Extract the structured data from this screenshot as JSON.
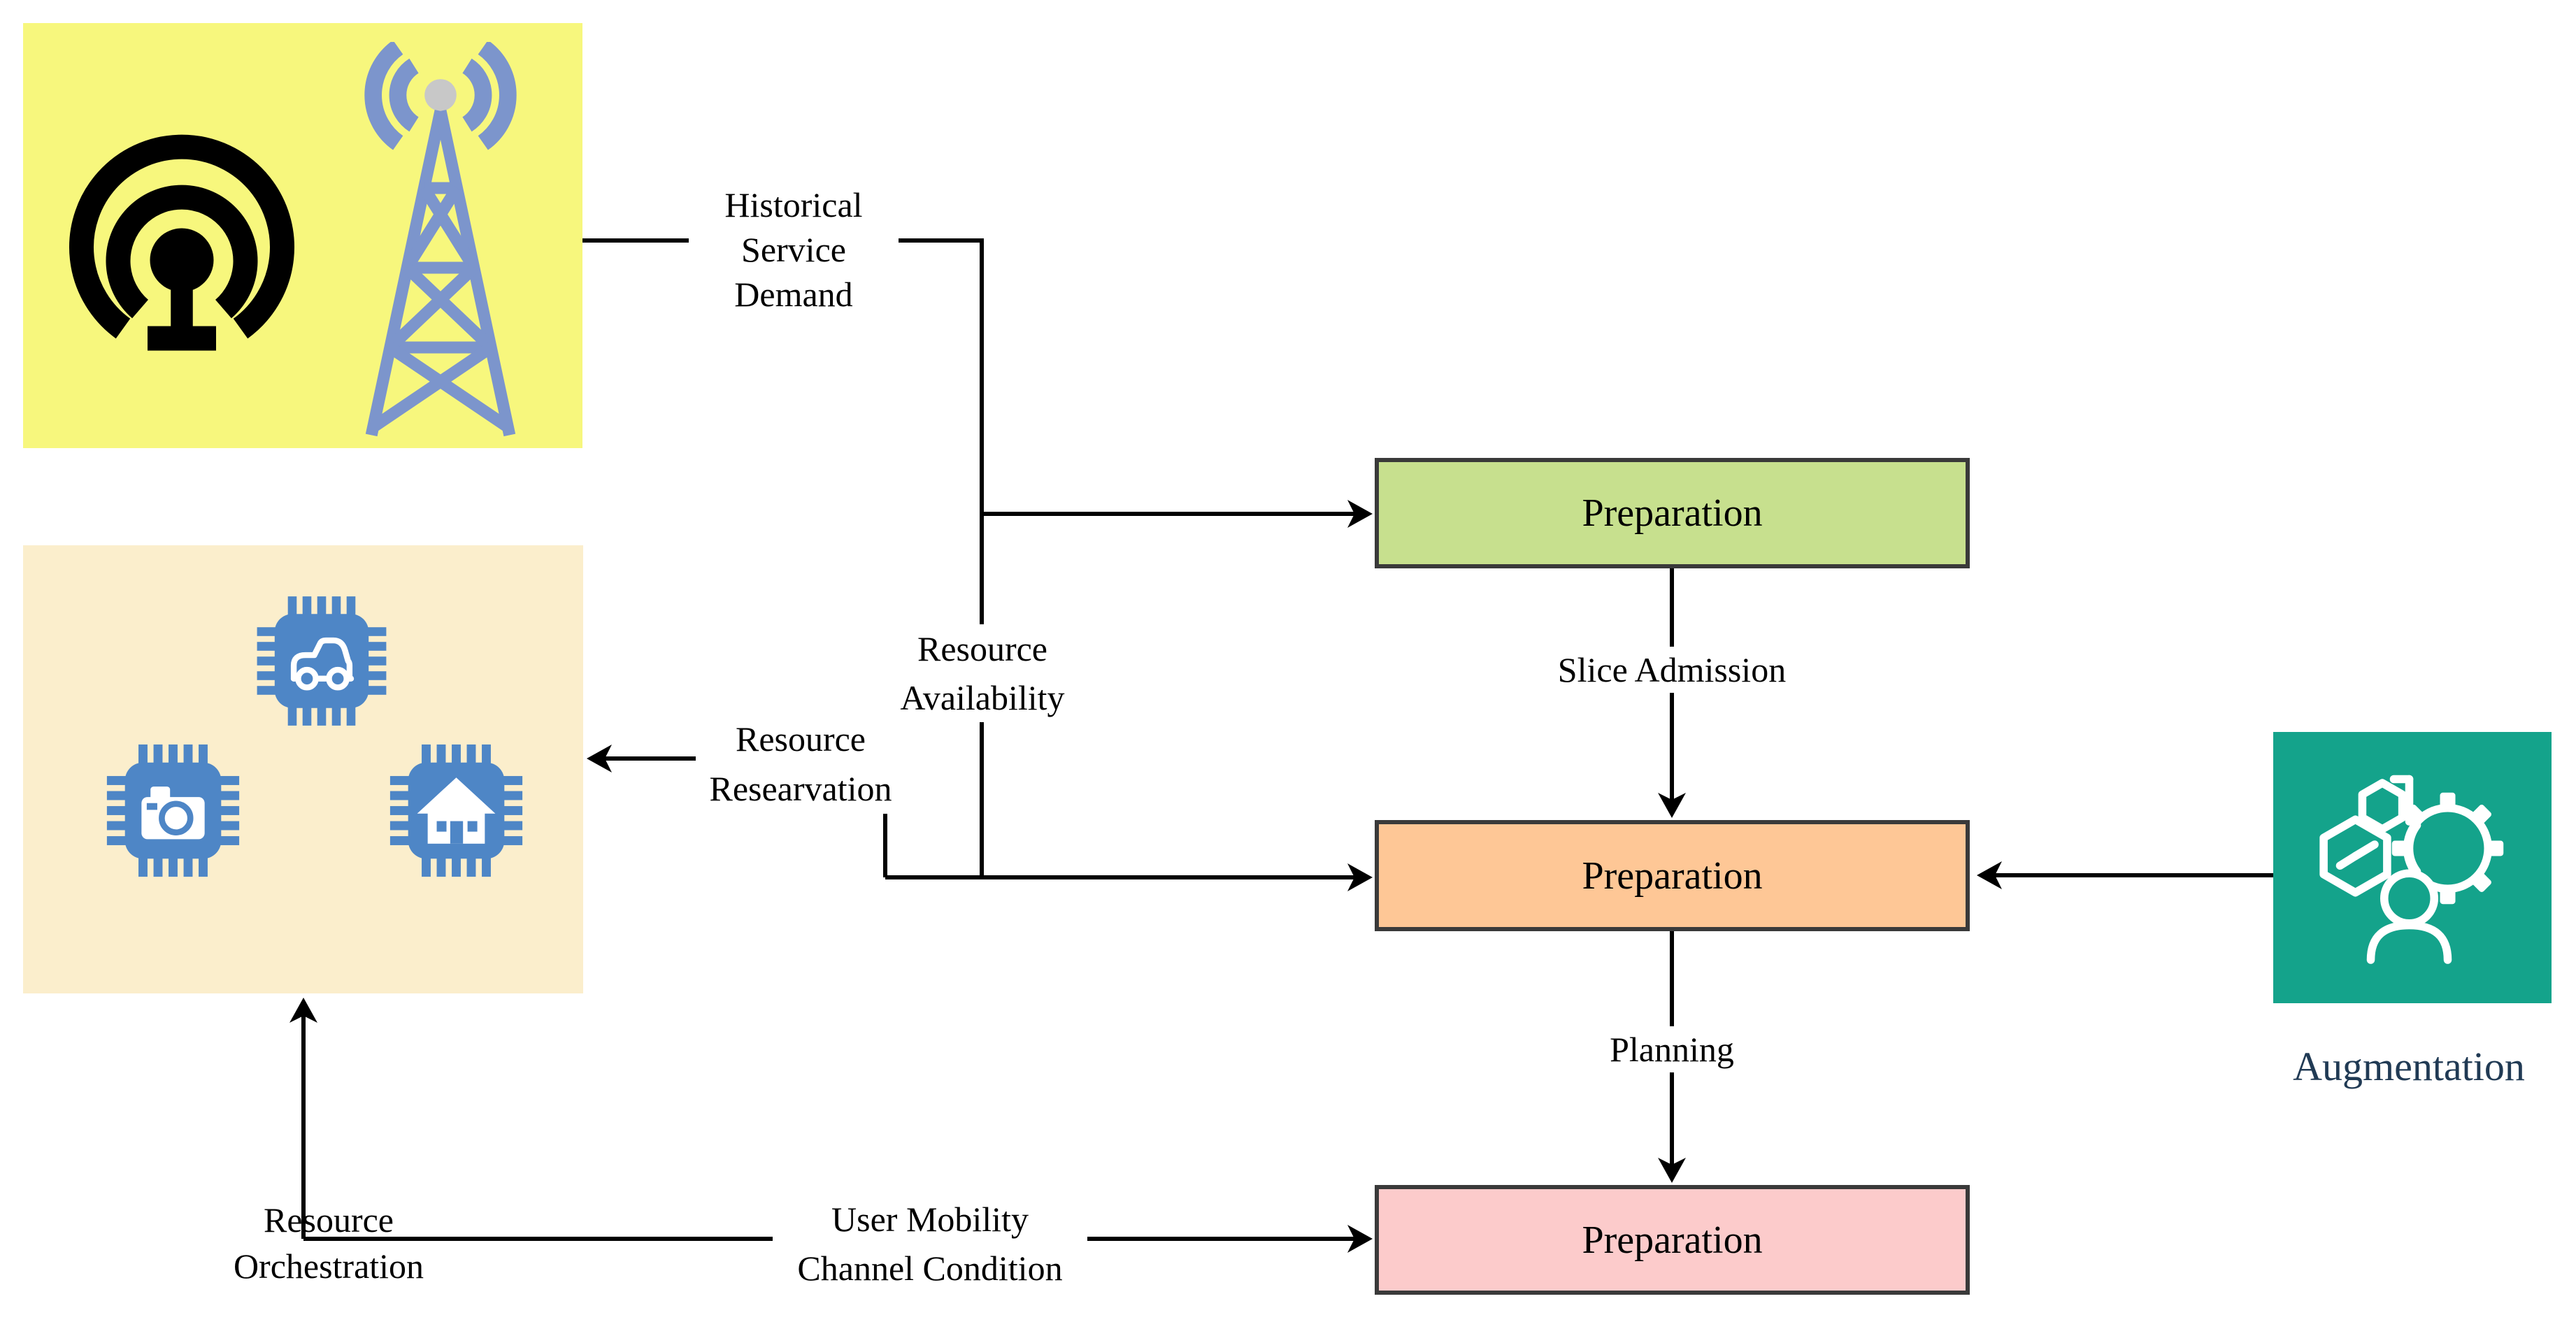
{
  "colors": {
    "yellow_panel": "#F7F77D",
    "device_panel": "#FBEECC",
    "green_box": "#C7E08E",
    "orange_box": "#FEC796",
    "pink_box": "#FCCBCB",
    "teal_tile": "#14A38B",
    "box_border": "#3A3A3A",
    "chip_blue": "#4E86C6",
    "tower_blue": "#7C95CC",
    "tower_dot": "#C8C8C8",
    "line": "#000000",
    "augmentation_text": "#203A54"
  },
  "panels": {
    "radio_access": {
      "icons": [
        "podcast-broadcast-icon",
        "radio-tower-icon"
      ]
    },
    "devices": {
      "icons": [
        "car-chip-icon",
        "camera-chip-icon",
        "smart-home-chip-icon"
      ]
    }
  },
  "boxes": {
    "preparation_top": {
      "label": "Preparation"
    },
    "preparation_middle": {
      "label": "Preparation"
    },
    "preparation_bottom": {
      "label": "Preparation"
    }
  },
  "labels": {
    "historical_service_demand": {
      "lines": [
        "Historical",
        "Service",
        "Demand"
      ]
    },
    "resource_availability": {
      "lines": [
        "Resource",
        "Availability"
      ]
    },
    "resource_reservation": {
      "lines": [
        "Resource",
        "Researvation"
      ]
    },
    "slice_admission": {
      "text": "Slice Admission"
    },
    "planning": {
      "text": "Planning"
    },
    "resource_orchestration": {
      "lines": [
        "Resource",
        "Orchestration"
      ]
    },
    "user_mobility_channel_condition": {
      "lines": [
        "User Mobility",
        "Channel Condition"
      ]
    },
    "augmentation": {
      "text": "Augmentation",
      "icon": "ai-augmentation-icon"
    }
  }
}
